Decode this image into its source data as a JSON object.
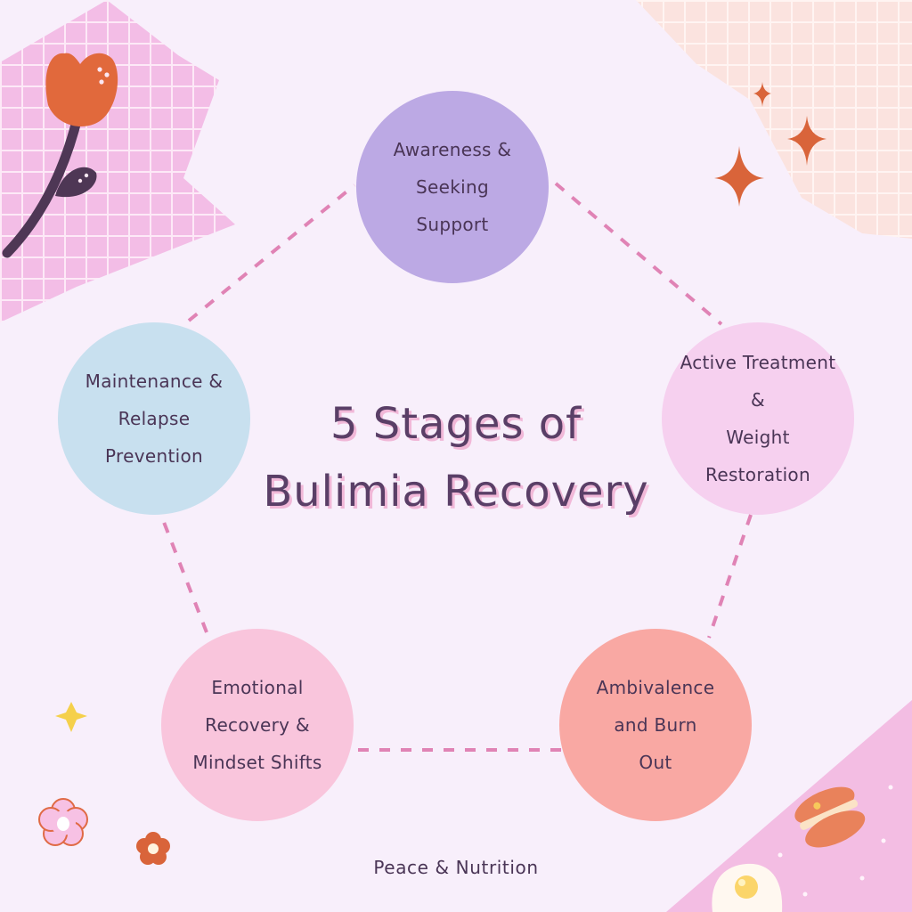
{
  "title": {
    "lines": [
      "5 Stages of",
      "Bulimia Recovery"
    ]
  },
  "stages": [
    {
      "lines": [
        "Awareness &",
        "Seeking",
        "Support"
      ],
      "color": "#bca9e4"
    },
    {
      "lines": [
        "Active Treatment",
        "&",
        "Weight",
        "Restoration"
      ],
      "color": "#f6d0ef"
    },
    {
      "lines": [
        "Ambivalence",
        "and Burn",
        "Out"
      ],
      "color": "#f9a8a3"
    },
    {
      "lines": [
        "Emotional",
        "Recovery &",
        "Mindset Shifts"
      ],
      "color": "#f9c5dc"
    },
    {
      "lines": [
        "Maintenance &",
        "Relapse",
        "Prevention"
      ],
      "color": "#c8e0ef"
    }
  ],
  "footer": {
    "text": "Peace & Nutrition"
  },
  "colors": {
    "background": "#f8effb",
    "dashes": "#e083b5",
    "title_text": "#5a3f67",
    "title_shadow": "#f1b8d8",
    "accent_orange": "#d9643a",
    "accent_pink": "#f2b7de"
  },
  "icons": [
    "tulip-icon",
    "sparkle-icon",
    "star-icon",
    "flower-icon",
    "macaron-icon",
    "fried-egg-icon"
  ]
}
